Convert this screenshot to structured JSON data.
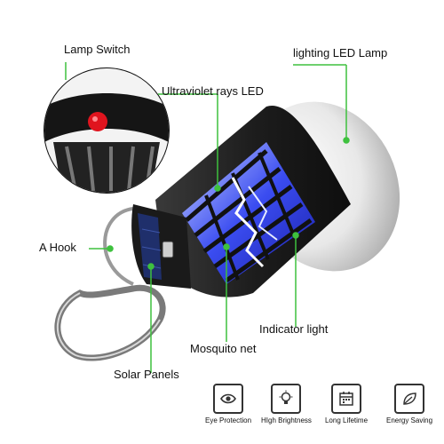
{
  "labels": {
    "lamp_switch": "Lamp Switch",
    "lighting_led": "lighting LED Lamp",
    "uv_led": "Ultraviolet rays LED",
    "hook": "A Hook",
    "indicator": "Indicator light",
    "mosquito_net": "Mosquito net",
    "solar": "Solar Panels"
  },
  "features": [
    {
      "label": "Eye Protection",
      "icon": "eye-icon"
    },
    {
      "label": "HIgh Brightness",
      "icon": "bulb-icon"
    },
    {
      "label": "Long Lifetime",
      "icon": "calendar-icon"
    },
    {
      "label": "Energy Saving",
      "icon": "leaf-icon"
    }
  ],
  "colors": {
    "pointer_green": "#3ec13e",
    "body_black": "#1d1d1d",
    "uv_blue": "#3a4cf0",
    "switch_red": "#e0141e"
  }
}
